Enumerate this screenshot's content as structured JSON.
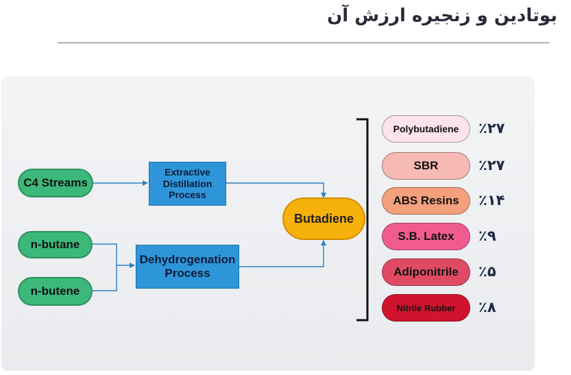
{
  "title": "بوتادین و زنجیره ارزش آن",
  "sources": {
    "c4": "C4 Streams",
    "butane": "n-butane",
    "butene": "n-butene"
  },
  "processes": {
    "extractive": "Extractive\nDistillation\nProcess",
    "dehydro": "Dehydrogenation\nProcess"
  },
  "center": "Butadiene",
  "products": [
    {
      "name": "Polybutadiene",
      "share": "٪۲۷",
      "color": "#fde3ea"
    },
    {
      "name": "SBR",
      "share": "٪۲۷",
      "color": "#f6b9b4"
    },
    {
      "name": "ABS Resins",
      "share": "٪۱۴",
      "color": "#f4a07c"
    },
    {
      "name": "S.B. Latex",
      "share": "٪۹",
      "color": "#f05c8f"
    },
    {
      "name": "Adiponitrile",
      "share": "٪۵",
      "color": "#e04b63"
    },
    {
      "name": "Nitrile Rubber",
      "share": "٪۸",
      "color": "#d1142e"
    }
  ]
}
